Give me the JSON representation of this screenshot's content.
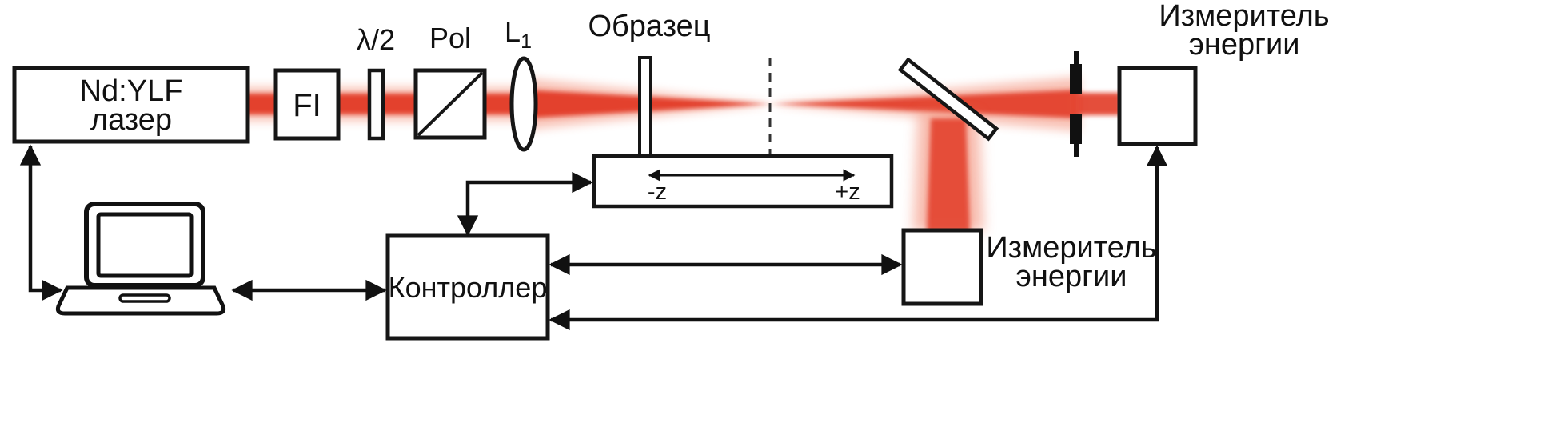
{
  "diagram": {
    "laser_label_1": "Nd:YLF",
    "laser_label_2": "лазер",
    "isolator_label": "FI",
    "waveplate_label": "λ/2",
    "polarizer_label": "Pol",
    "lens_label": "L",
    "lens_subscript": "1",
    "sample_label": "Образец",
    "stage_minus": "-z",
    "stage_plus": "+z",
    "controller_label": "Контроллер",
    "meter_top_label_1": "Измеритель",
    "meter_top_label_2": "энергии",
    "meter_bottom_label_1": "Измеритель",
    "meter_bottom_label_2": "энергии",
    "colors": {
      "beam_core": "#e23b26",
      "beam_glow": "#f0765a",
      "line": "#111111"
    }
  }
}
